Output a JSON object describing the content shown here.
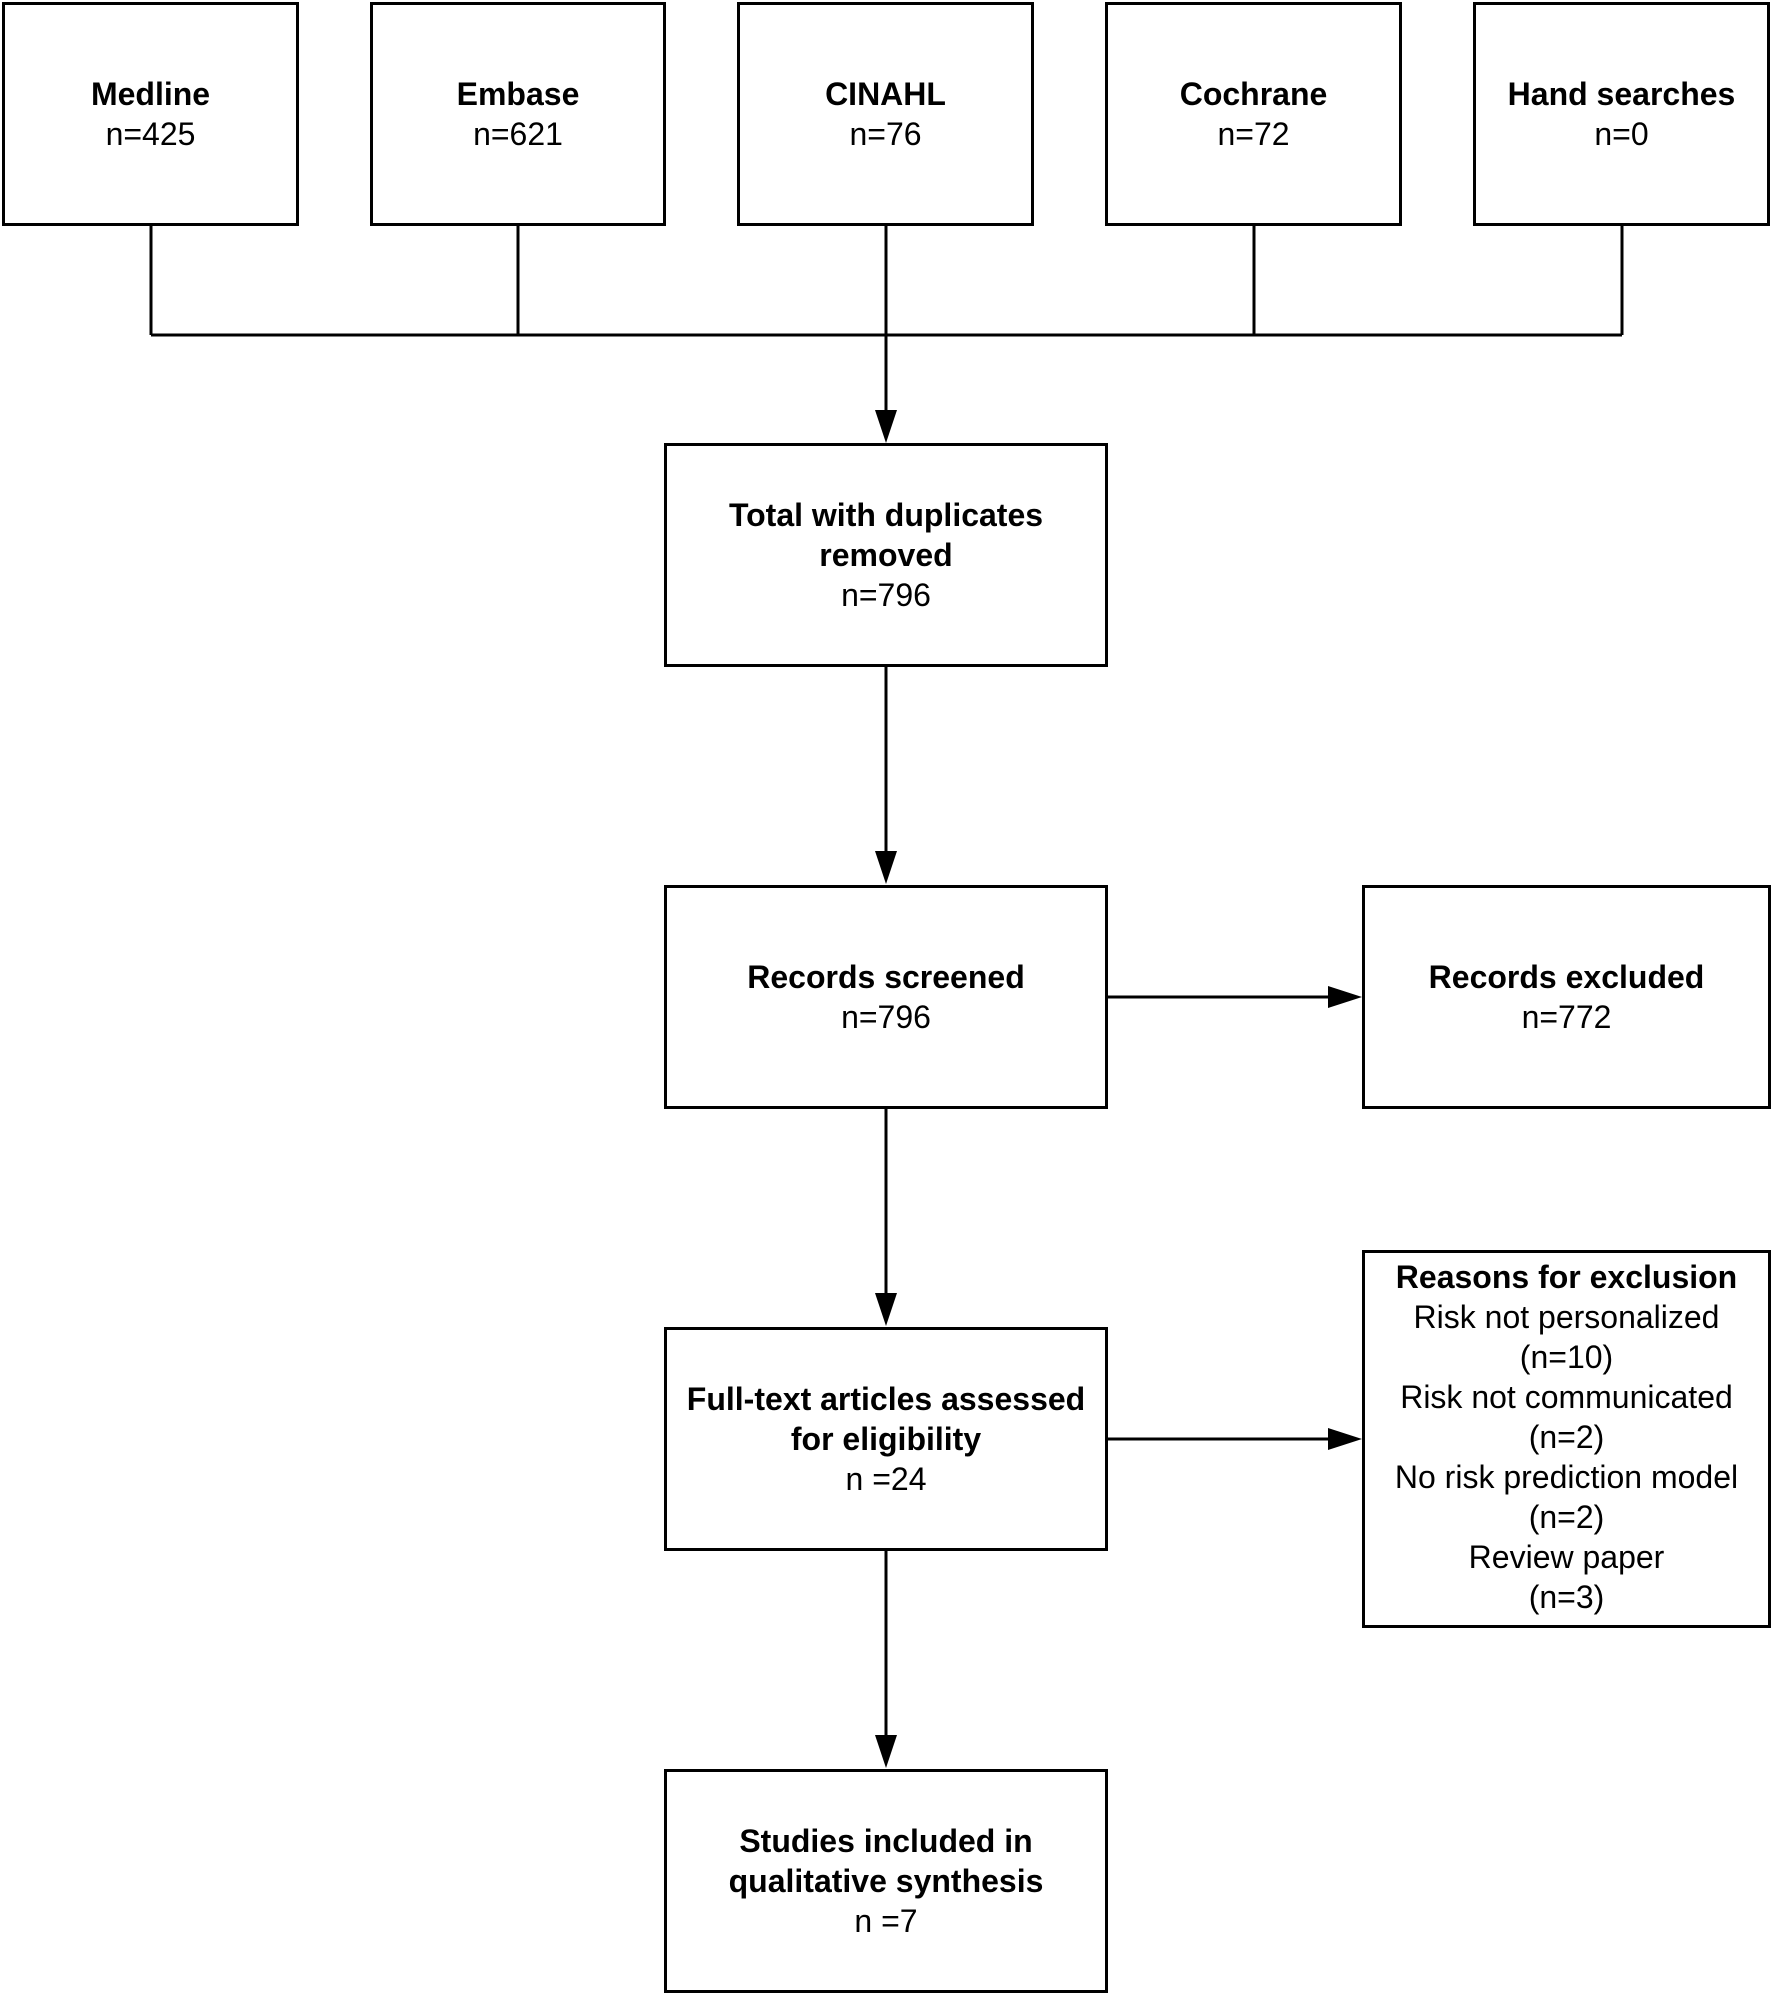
{
  "sources": [
    {
      "title": "Medline",
      "count": "n=425"
    },
    {
      "title": "Embase",
      "count": "n=621"
    },
    {
      "title": "CINAHL",
      "count": "n=76"
    },
    {
      "title": "Cochrane",
      "count": "n=72"
    },
    {
      "title": "Hand searches",
      "count": "n=0"
    }
  ],
  "dedup": {
    "line1": "Total with duplicates",
    "line2": "removed",
    "count": "n=796"
  },
  "screened": {
    "title": "Records screened",
    "count": "n=796"
  },
  "excluded": {
    "title": "Records excluded",
    "count": "n=772"
  },
  "fulltext": {
    "line1": "Full-text articles assessed",
    "line2": "for eligibility",
    "count": "n =24"
  },
  "reasons": {
    "title": "Reasons for exclusion",
    "items": [
      {
        "label": "Risk not personalized",
        "count": "(n=10)"
      },
      {
        "label": "Risk not communicated",
        "count": "(n=2)"
      },
      {
        "label": "No risk prediction model",
        "count": "(n=2)"
      },
      {
        "label": "Review paper",
        "count": "(n=3)"
      }
    ]
  },
  "included": {
    "line1": "Studies included in",
    "line2": "qualitative synthesis",
    "count": "n =7"
  }
}
